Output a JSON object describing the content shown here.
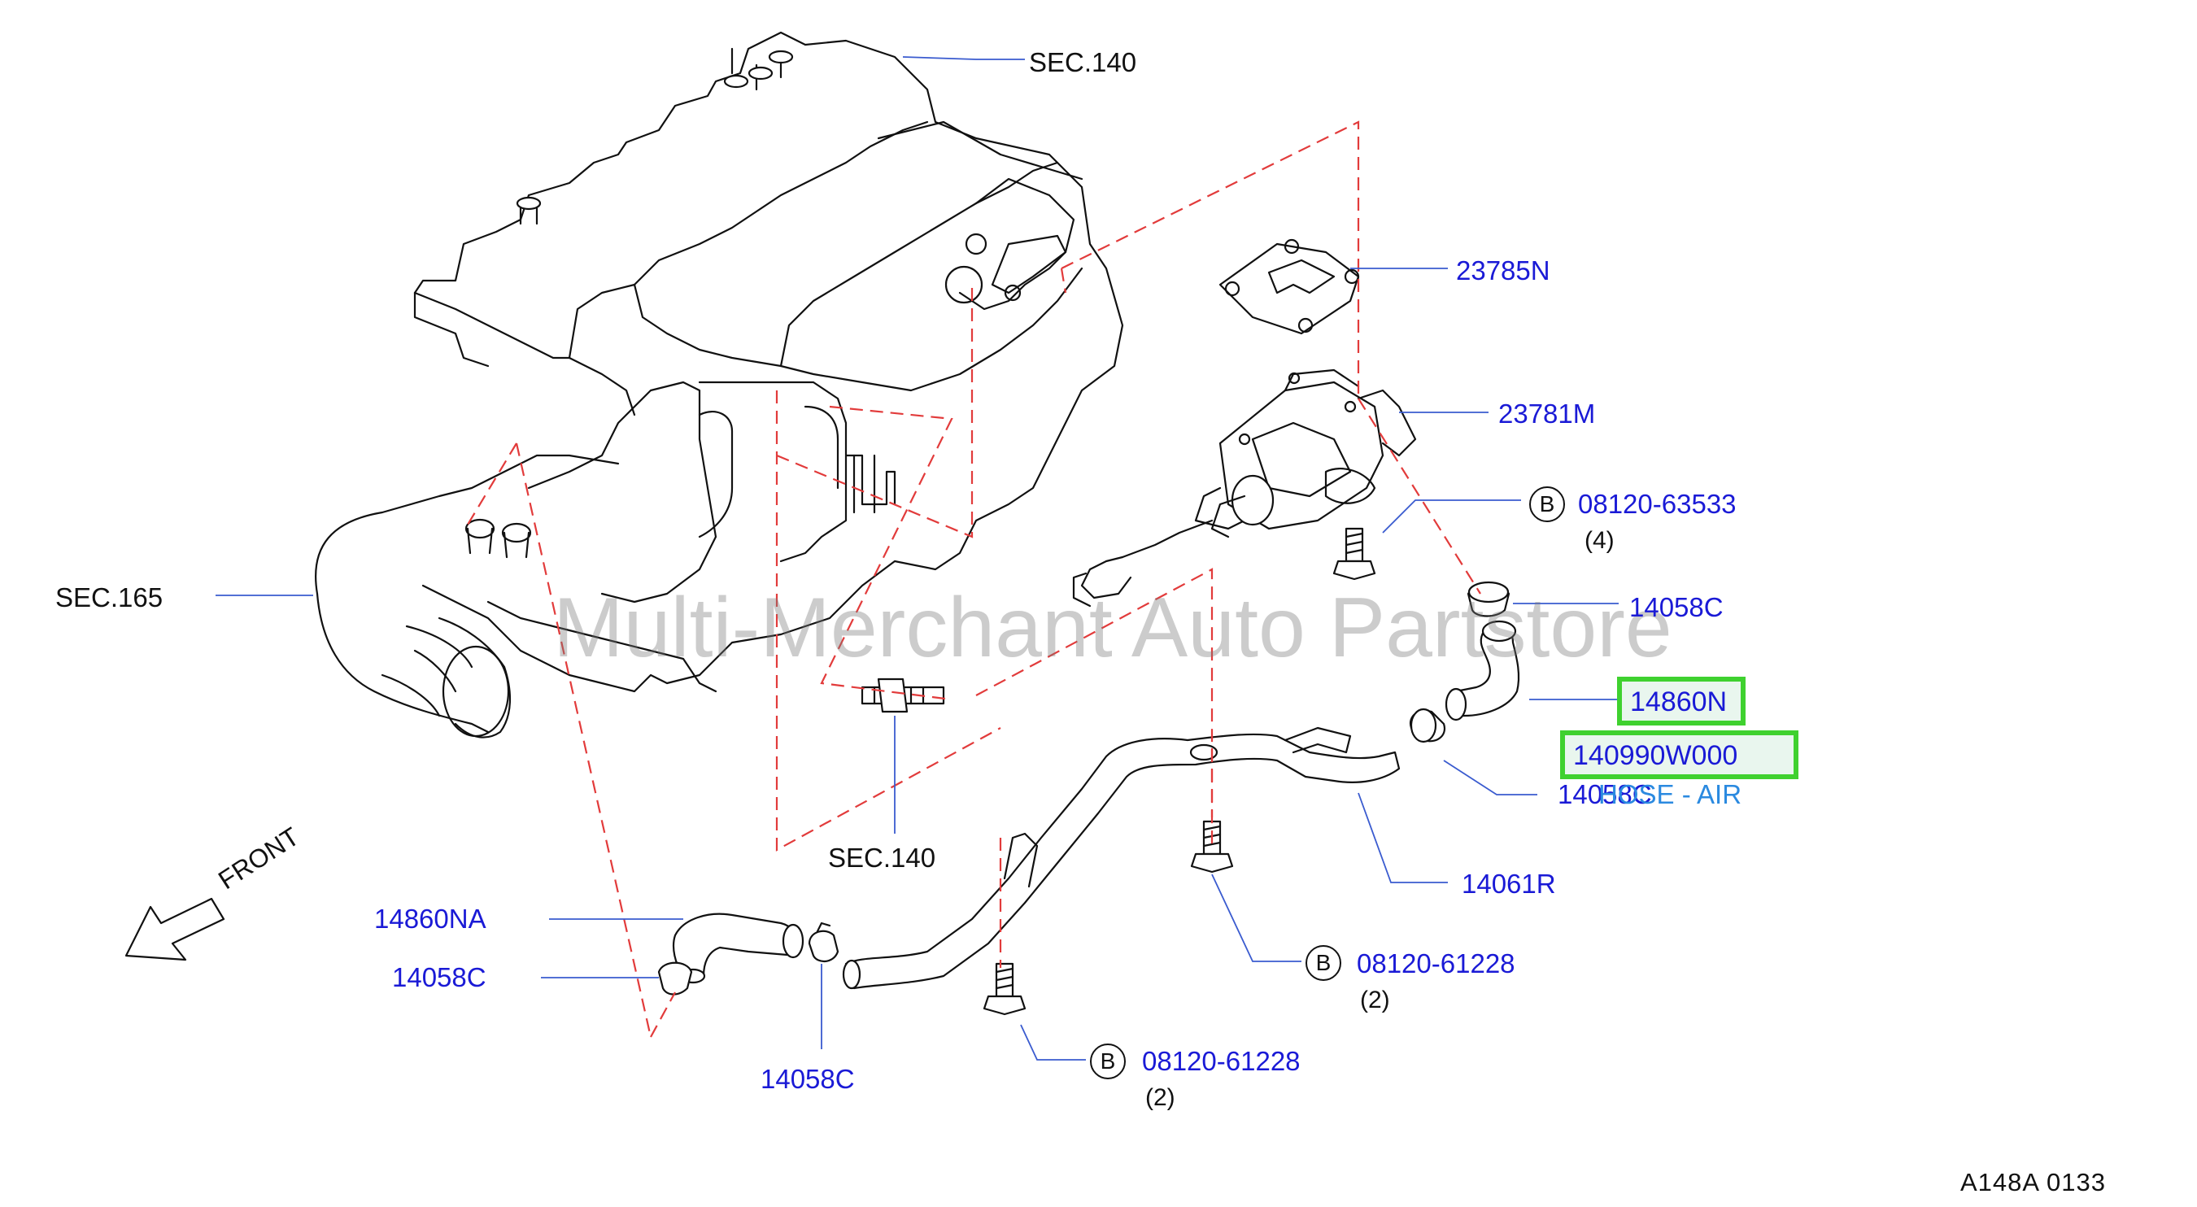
{
  "watermark": "Multi-Merchant Auto Partstore",
  "references": {
    "sec140_top": "SEC.140",
    "sec165": "SEC.165",
    "sec140_mid": "SEC.140"
  },
  "parts": {
    "p23785n": "23785N",
    "p23781m": "23781M",
    "p14058c_a": "14058C",
    "p14860n": "14860N",
    "p14058c_b": "14058C",
    "p14061r": "14061R",
    "p14860na": "14860NA",
    "p14058c_c": "14058C",
    "p14058c_d": "14058C"
  },
  "bolts": {
    "b1": {
      "symbol": "B",
      "number": "08120-63533",
      "qty": "(4)"
    },
    "b2": {
      "symbol": "B",
      "number": "08120-61228",
      "qty": "(2)"
    },
    "b3": {
      "symbol": "B",
      "number": "08120-61228",
      "qty": "(2)"
    }
  },
  "highlight": {
    "part_number": "140990W000",
    "description": "HOSE - AIR"
  },
  "front_label": "FRONT",
  "diagram_code": "A148A   0133",
  "colors": {
    "part_label": "#1a1ad6",
    "highlight_border": "#3fd12f",
    "leader": "#3a5bcf",
    "dashed_guide": "#e23b3b",
    "description": "#2b8ae0"
  }
}
